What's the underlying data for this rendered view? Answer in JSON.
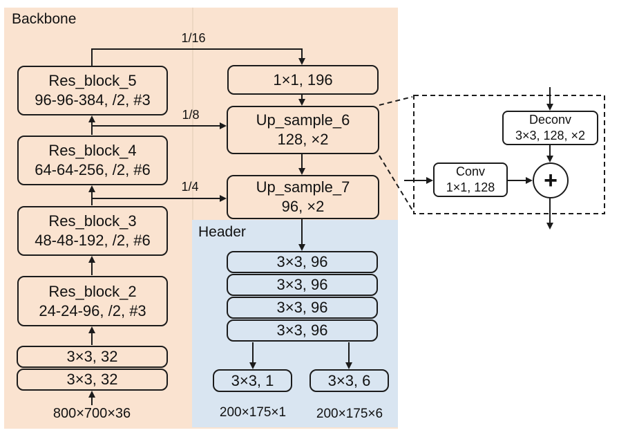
{
  "backbone": {
    "title": "Backbone",
    "res_blocks": [
      {
        "name": "Res_block_5",
        "spec": "96-96-384, /2, #3"
      },
      {
        "name": "Res_block_4",
        "spec": "64-64-256, /2, #6"
      },
      {
        "name": "Res_block_3",
        "spec": "48-48-192, /2, #6"
      },
      {
        "name": "Res_block_2",
        "spec": "24-24-96, /2, #3"
      }
    ],
    "stem_convs": [
      "3×3, 32",
      "3×3, 32"
    ],
    "input_shape": "800×700×36",
    "skip_labels": [
      "1/16",
      "1/8",
      "1/4"
    ]
  },
  "fpn": {
    "lateral_conv": "1×1, 196",
    "up_sample_6": {
      "name": "Up_sample_6",
      "spec": "128, ×2"
    },
    "up_sample_7": {
      "name": "Up_sample_7",
      "spec": "96, ×2"
    }
  },
  "header": {
    "title": "Header",
    "convs": [
      "3×3, 96",
      "3×3, 96",
      "3×3, 96",
      "3×3, 96"
    ],
    "output_convs": [
      "3×3, 1",
      "3×3, 6"
    ],
    "output_shapes": [
      "200×175×1",
      "200×175×6"
    ]
  },
  "up_sample_detail": {
    "deconv": {
      "name": "Deconv",
      "spec": "3×3, 128, ×2"
    },
    "conv": {
      "name": "Conv",
      "spec": "1×1, 128"
    },
    "sum_symbol": "+"
  },
  "colors": {
    "backbone_bg": "#FAE3D0",
    "header_bg": "#D9E5F1",
    "line": "#1b1b1b",
    "seam": "#EDD7C2"
  }
}
